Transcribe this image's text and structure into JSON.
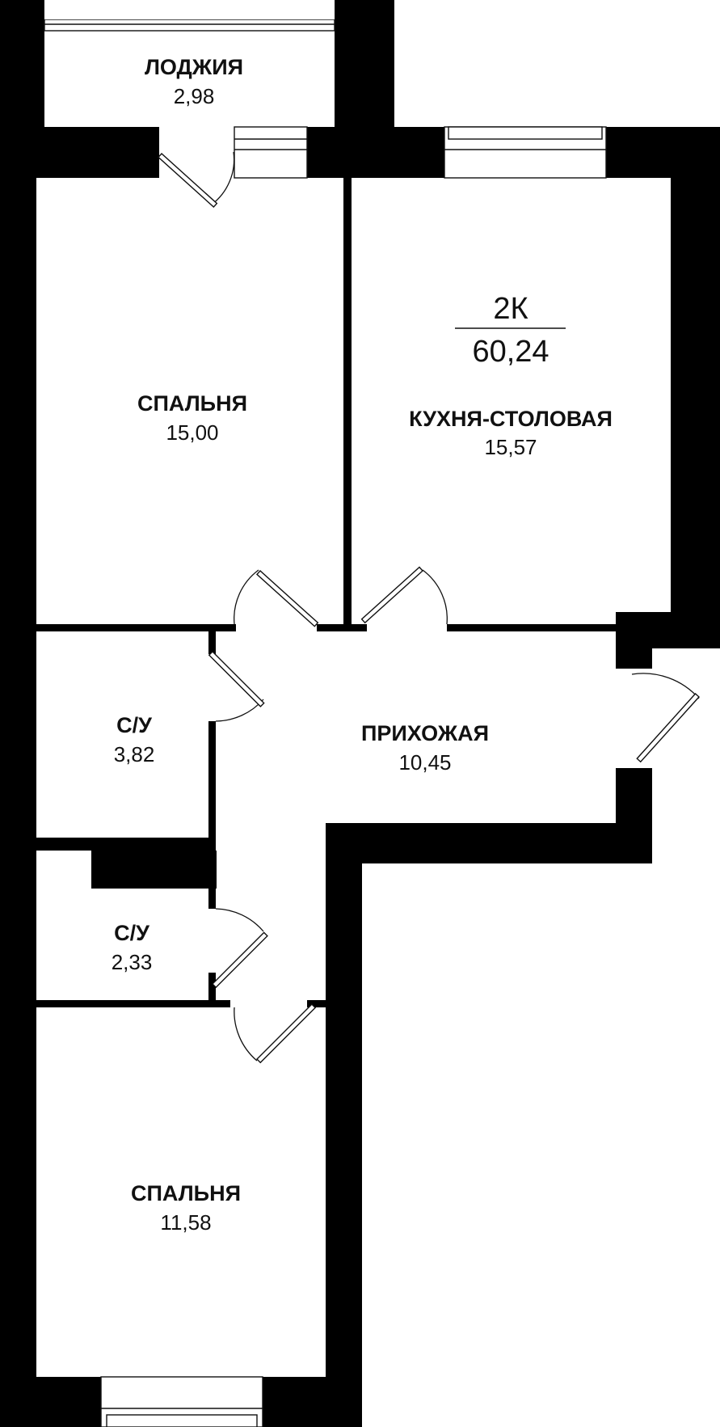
{
  "apartment": {
    "type": "2К",
    "total_area": "60,24"
  },
  "rooms": {
    "loggia": {
      "name": "ЛОДЖИЯ",
      "area": "2,98"
    },
    "bedroom1": {
      "name": "СПАЛЬНЯ",
      "area": "15,00"
    },
    "kitchen": {
      "name": "КУХНЯ-СТОЛОВАЯ",
      "area": "15,57"
    },
    "bath1": {
      "name": "С/У",
      "area": "3,82"
    },
    "hallway": {
      "name": "ПРИХОЖАЯ",
      "area": "10,45"
    },
    "bath2": {
      "name": "С/У",
      "area": "2,33"
    },
    "bedroom2": {
      "name": "СПАЛЬНЯ",
      "area": "11,58"
    }
  },
  "colors": {
    "wall": "#000000",
    "line": "#111111",
    "background": "#ffffff"
  }
}
